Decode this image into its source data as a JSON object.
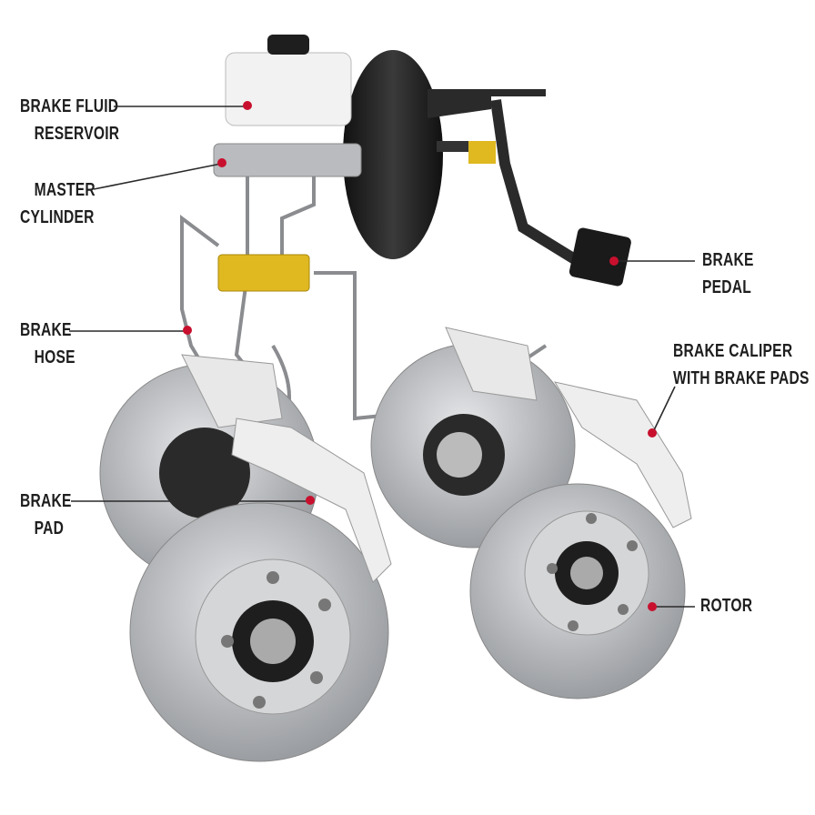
{
  "labels": {
    "reservoir": {
      "line1": "BRAKE FLUID",
      "line2": "RESERVOIR"
    },
    "master_cylinder": {
      "line1": "MASTER",
      "line2": "CYLINDER"
    },
    "hose": {
      "line1": "BRAKE",
      "line2": "HOSE"
    },
    "pad": {
      "line1": "BRAKE",
      "line2": "PAD"
    },
    "pedal": {
      "line1": "BRAKE",
      "line2": "PEDAL"
    },
    "caliper": {
      "line1": "BRAKE CALIPER",
      "line2": "WITH BRAKE PADS"
    },
    "rotor": {
      "line1": "ROTOR"
    }
  },
  "colors": {
    "marker": "#c8102e",
    "leader": "#2a2a2a",
    "brass": "#e0b820",
    "rotor": "#c9cbce",
    "booster": "#1c1c1c"
  }
}
